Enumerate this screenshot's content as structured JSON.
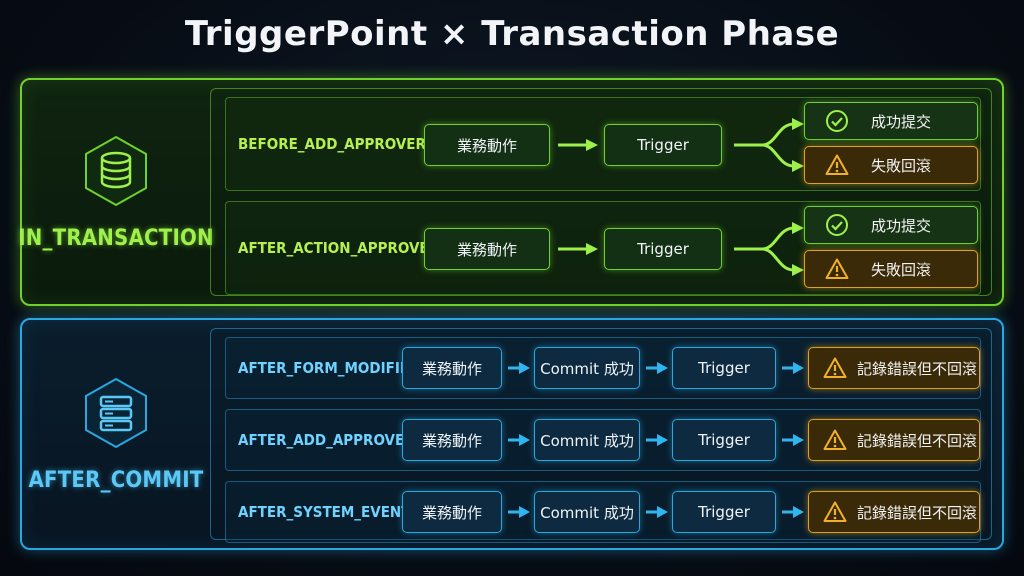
{
  "title": "TriggerPoint × Transaction Phase",
  "colors": {
    "green": "#6fd12b",
    "blue": "#2aa6e0",
    "amber": "#e0a020"
  },
  "phases": [
    {
      "label": "IN_TRANSACTION",
      "icon": "database-icon",
      "rows": [
        {
          "trigger": "BEFORE_ADD_APPROVERS",
          "action": "業務動作",
          "step": "Trigger",
          "success": "成功提交",
          "failure": "失敗回滾"
        },
        {
          "trigger": "AFTER_ACTION_APPROVED",
          "action": "業務動作",
          "step": "Trigger",
          "success": "成功提交",
          "failure": "失敗回滾"
        }
      ]
    },
    {
      "label": "AFTER_COMMIT",
      "icon": "server-icon",
      "rows": [
        {
          "trigger": "AFTER_FORM_MODIFIED",
          "action": "業務動作",
          "commit": "Commit 成功",
          "step": "Trigger",
          "result": "記錄錯誤但不回滾"
        },
        {
          "trigger": "AFTER_ADD_APPROVERS",
          "action": "業務動作",
          "commit": "Commit 成功",
          "step": "Trigger",
          "result": "記錄錯誤但不回滾"
        },
        {
          "trigger": "AFTER_SYSTEM_EVENT",
          "action": "業務動作",
          "commit": "Commit 成功",
          "step": "Trigger",
          "result": "記錄錯誤但不回滾"
        }
      ]
    }
  ]
}
